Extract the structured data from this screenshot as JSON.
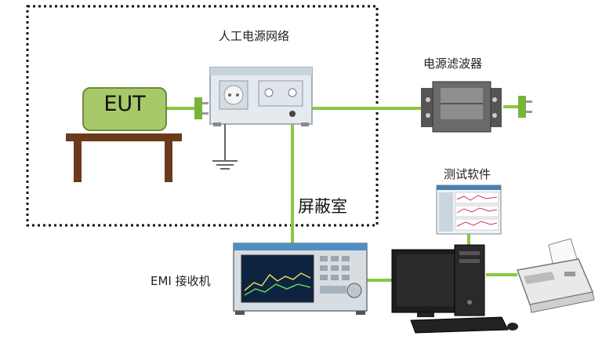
{
  "labels": {
    "eut": "EUT",
    "lisn": "人工电源网络",
    "power_filter": "电源滤波器",
    "shielded_room": "屏蔽室",
    "test_software": "测试软件",
    "emi_receiver": "EMI 接收机"
  },
  "colors": {
    "link_green": "#8cc63f",
    "eut_fill": "#a7c96a",
    "table_brown": "#6b3a1b",
    "shield_border": "#111111",
    "instrument_blue": "#4d8fc4"
  }
}
